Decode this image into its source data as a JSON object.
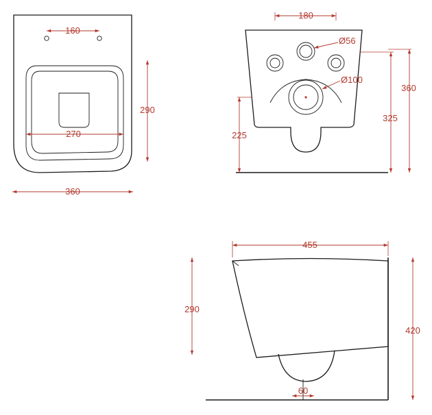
{
  "colors": {
    "line": "#1a1a1a",
    "dimension": "#b23a2e",
    "background": "#ffffff"
  },
  "top_view": {
    "seat_holes_spacing": "160",
    "bowl_width": "270",
    "depth": "290",
    "overall_width": "360"
  },
  "back_view": {
    "fixing_spacing": "180",
    "inlet_diameter": "Ø56",
    "outlet_diameter": "Ø100",
    "outlet_height": "225",
    "rim_height": "325",
    "overall_height": "360"
  },
  "side_view": {
    "overall_length": "455",
    "front_height": "290",
    "overall_height": "420",
    "outlet_width": "60"
  }
}
